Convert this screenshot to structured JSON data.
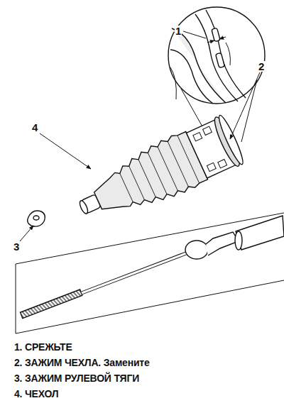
{
  "diagram": {
    "labels": [
      "1",
      "2",
      "4",
      "3",
      "1. СРЕЖЬТЕ",
      "2. ЗАЖИМ ЧЕХЛА. Замените",
      "3. ЗАЖИМ РУЛЕВОЙ ТЯГИ",
      "4. ЧЕХОЛ"
    ]
  }
}
